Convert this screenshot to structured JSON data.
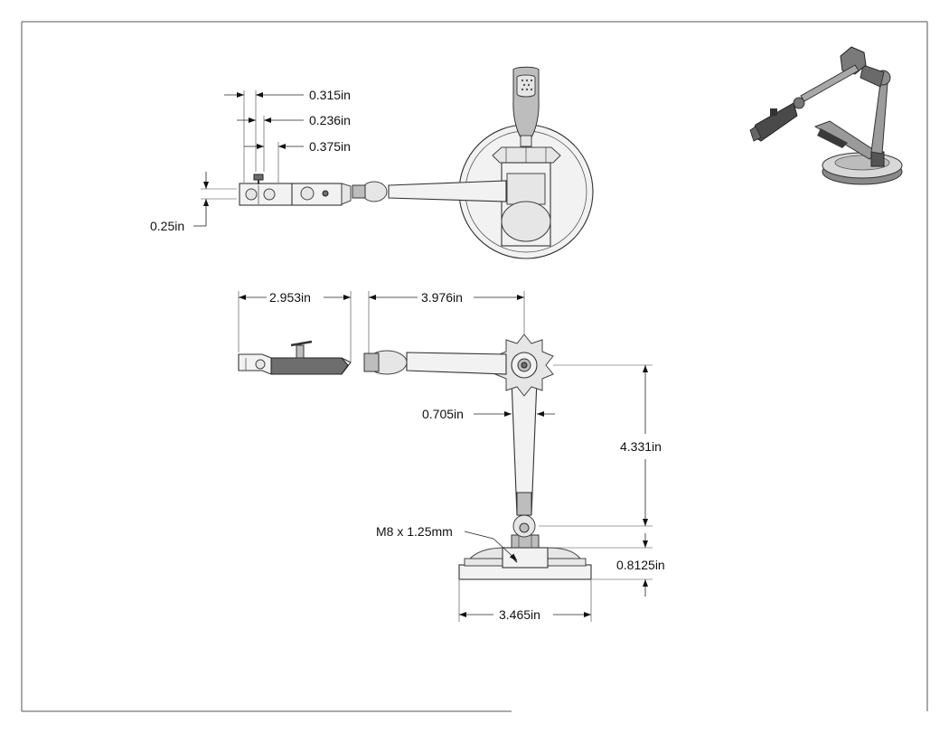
{
  "dimensions": {
    "top_a": "0.315in",
    "top_b": "0.236in",
    "top_c": "0.375in",
    "top_d": "0.25in",
    "front_a": "2.953in",
    "front_b": "3.976in",
    "front_c": "0.705in",
    "front_d": "4.331in",
    "thread": "M8 x 1.25mm",
    "front_e": "0.8125in",
    "front_f": "3.465in"
  }
}
